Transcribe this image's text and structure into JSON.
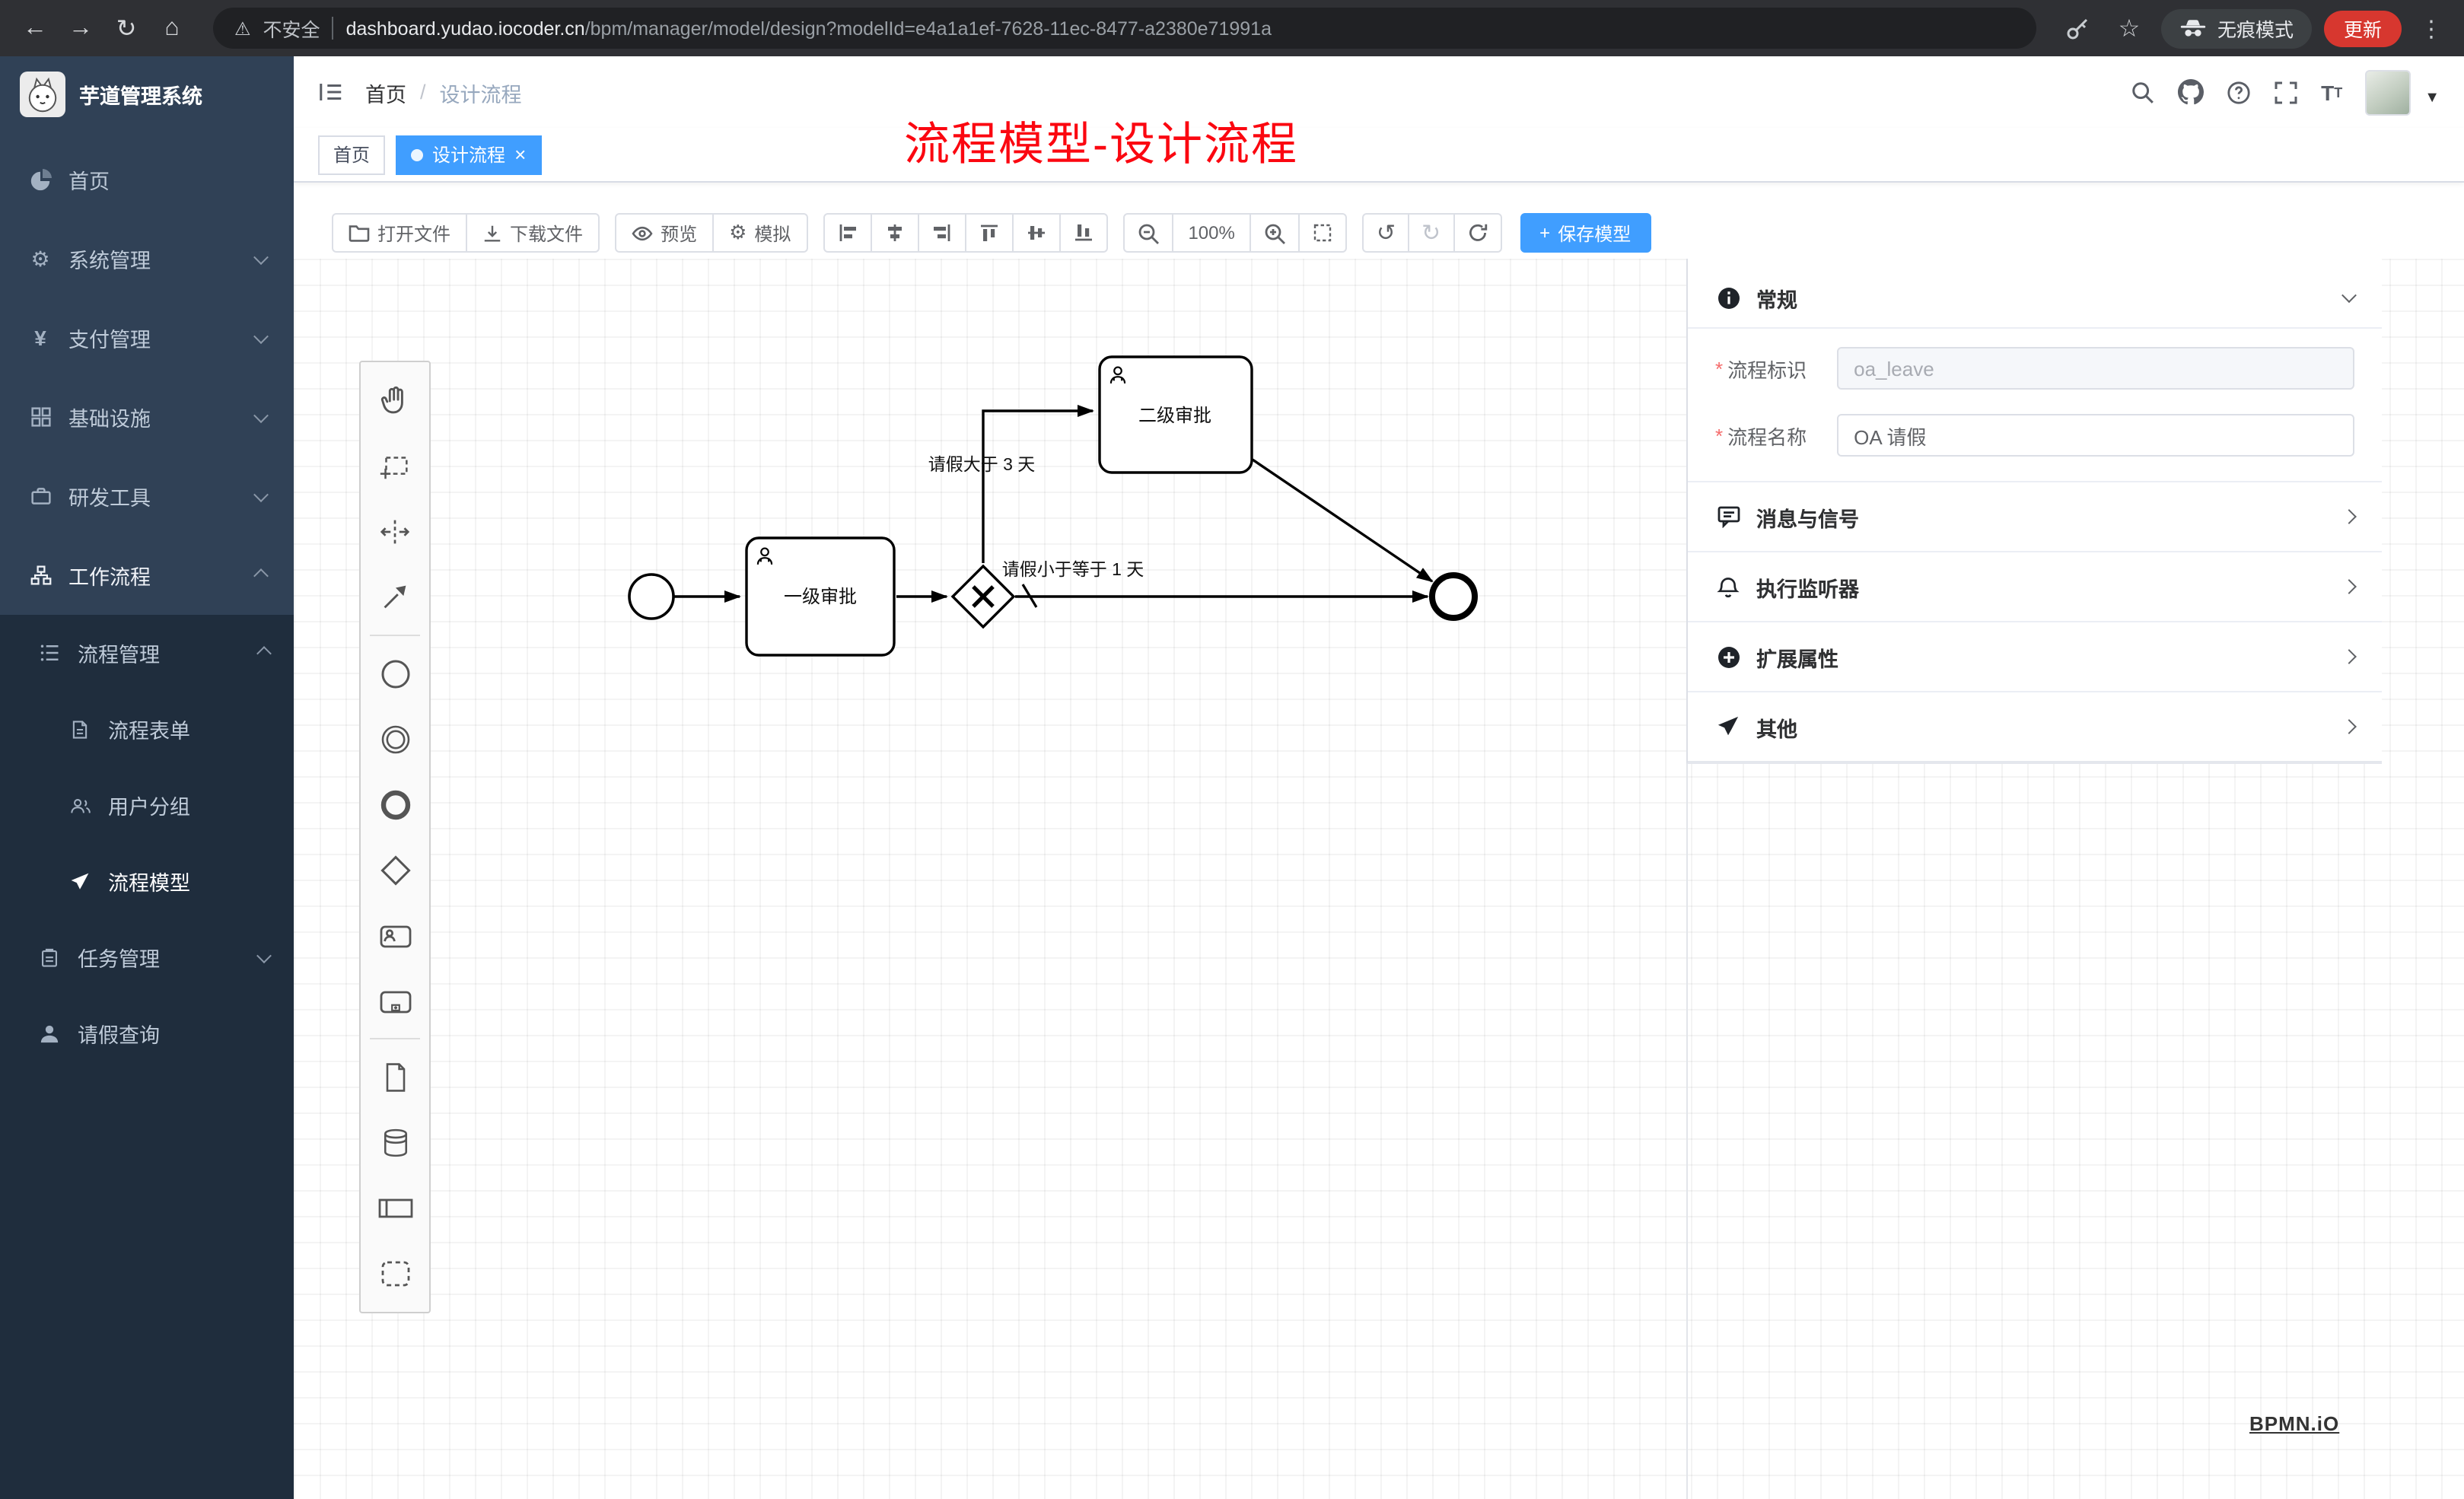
{
  "browser": {
    "security_label": "不安全",
    "url_domain": "dashboard.yudao.iocoder.cn",
    "url_path": "/bpm/manager/model/design?modelId=e4a1a1ef-7628-11ec-8477-a2380e71991a",
    "incognito_label": "无痕模式",
    "update_label": "更新"
  },
  "sidebar": {
    "logo_title": "芋道管理系统",
    "items": [
      {
        "label": "首页"
      },
      {
        "label": "系统管理"
      },
      {
        "label": "支付管理"
      },
      {
        "label": "基础设施"
      },
      {
        "label": "研发工具"
      },
      {
        "label": "工作流程"
      }
    ],
    "submenu": {
      "process_mgmt": "流程管理",
      "form": "流程表单",
      "group": "用户分组",
      "model": "流程模型",
      "task_mgmt": "任务管理",
      "leave_query": "请假查询"
    }
  },
  "header": {
    "breadcrumb_home": "首页",
    "breadcrumb_current": "设计流程",
    "annotation": "流程模型-设计流程"
  },
  "tabs": {
    "home": "首页",
    "active": "设计流程"
  },
  "toolbar": {
    "open_file": "打开文件",
    "download_file": "下载文件",
    "preview": "预览",
    "simulate": "模拟",
    "zoom_level": "100%",
    "save_model": "保存模型"
  },
  "diagram": {
    "task_first": "一级审批",
    "task_second": "二级审批",
    "cond_gt": "请假大于 3 天",
    "cond_le": "请假小于等于 1 天"
  },
  "panel": {
    "sec_general": "常规",
    "field_key_label": "流程标识",
    "field_key_value": "oa_leave",
    "field_name_label": "流程名称",
    "field_name_value": "OA 请假",
    "sec_message": "消息与信号",
    "sec_listener": "执行监听器",
    "sec_ext": "扩展属性",
    "sec_other": "其他"
  },
  "watermark": "BPMN.iO",
  "colors": {
    "primary": "#409eff",
    "danger": "#f56c6c",
    "sidebar_bg": "#304156",
    "submenu_bg": "#1f2d3d",
    "annotation_red": "#ff0000",
    "update_chip": "#d7372f"
  }
}
